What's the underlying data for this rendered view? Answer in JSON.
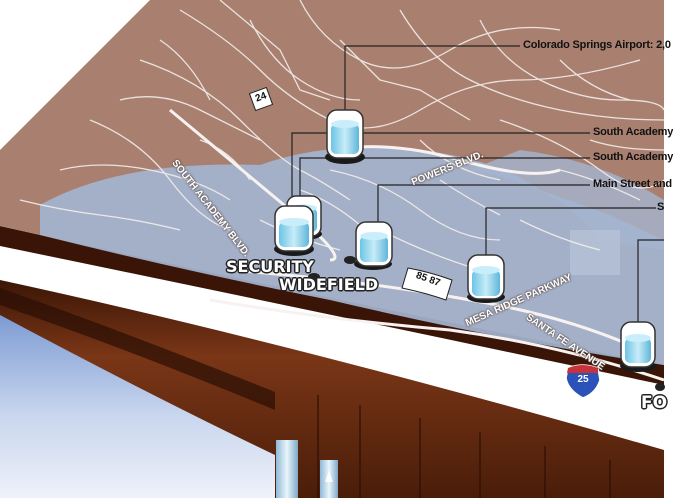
{
  "callouts": [
    {
      "text": "Colorado Springs Airport: 2,0"
    },
    {
      "text": "South Academy"
    },
    {
      "text": "South Academy"
    },
    {
      "text": "Main Street and"
    },
    {
      "text": "S"
    }
  ],
  "places": {
    "security": "SECURITY",
    "widefield": "WIDEFIELD",
    "fountain": "FO"
  },
  "roads": {
    "south_academy_blvd": "SOUTH ACADEMY BLVD.",
    "powers_blvd": "POWERS BLVD.",
    "mesa_ridge_parkway": "MESA RIDGE PARKWAY",
    "santa_fe_avenue": "SANTA FE AVENUE",
    "hwy_24": "24",
    "hwy_85_87": "85 87",
    "interstate_25": "25"
  },
  "colors": {
    "land": "#a88070",
    "water_basin": "#9fb0cc",
    "road": "#f4efee",
    "earth_cross_section": "#6b2a10",
    "tank_fill": "#8fd2ec"
  },
  "icons": [
    "water-tank-icon",
    "interstate-shield-icon",
    "highway-shield-icon"
  ]
}
